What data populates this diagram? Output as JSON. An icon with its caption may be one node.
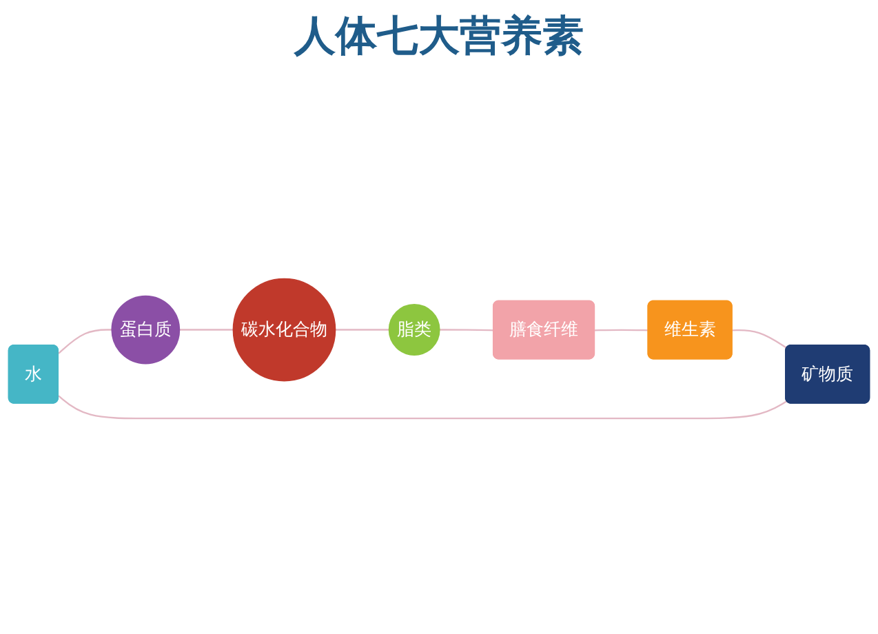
{
  "diagram": {
    "title": "人体七大营养素",
    "nodes": [
      {
        "text": [
          "水"
        ]
      },
      {
        "text": [
          "蛋白质"
        ]
      },
      {
        "text": [
          "碳水化合物"
        ]
      },
      {
        "text": [
          "脂类"
        ]
      },
      {
        "text": [
          "膳食纤维"
        ]
      },
      {
        "text": [
          "维生素"
        ]
      },
      {
        "text": [
          "矿物质"
        ]
      }
    ],
    "edges": [
      {
        "from": 0,
        "to": 1,
        "arrow": "none"
      },
      {
        "from": 1,
        "to": 2,
        "arrow": "none"
      },
      {
        "from": 2,
        "to": 3,
        "arrow": "none"
      },
      {
        "from": 3,
        "to": 4,
        "arrow": "none"
      },
      {
        "from": 4,
        "to": 5,
        "arrow": "none"
      },
      {
        "from": 5,
        "to": 6,
        "arrow": "none"
      },
      {
        "from": 6,
        "to": 0,
        "arrow": "none"
      }
    ]
  }
}
